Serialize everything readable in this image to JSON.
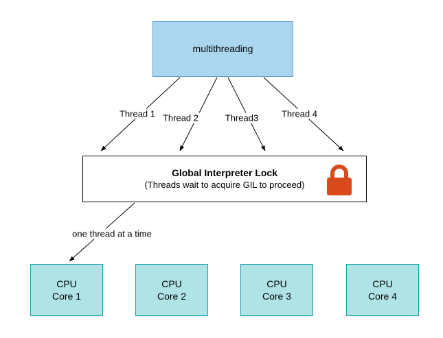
{
  "diagram": {
    "top_box": {
      "label": "multithreading"
    },
    "thread_labels": {
      "t1": "Thread 1",
      "t2": "Thread 2",
      "t3": "Thread3",
      "t4": "Thread 4"
    },
    "gil_box": {
      "title": "Global Interpreter Lock",
      "subtitle": "(Threads wait to acquire GIL to proceed)"
    },
    "gil_to_cpu_label": "one thread at a time",
    "cpu_boxes": [
      {
        "line1": "CPU",
        "line2": "Core 1"
      },
      {
        "line1": "CPU",
        "line2": "Core 2"
      },
      {
        "line1": "CPU",
        "line2": "Core 3"
      },
      {
        "line1": "CPU",
        "line2": "Core 4"
      }
    ],
    "colors": {
      "multithreading_fill": "#aad6ef",
      "multithreading_border": "#5a9bd5",
      "cpu_fill": "#b0e3e6",
      "cpu_border": "#17a0a8",
      "lock_red": "#d84a1b",
      "arrow": "#000000"
    }
  }
}
